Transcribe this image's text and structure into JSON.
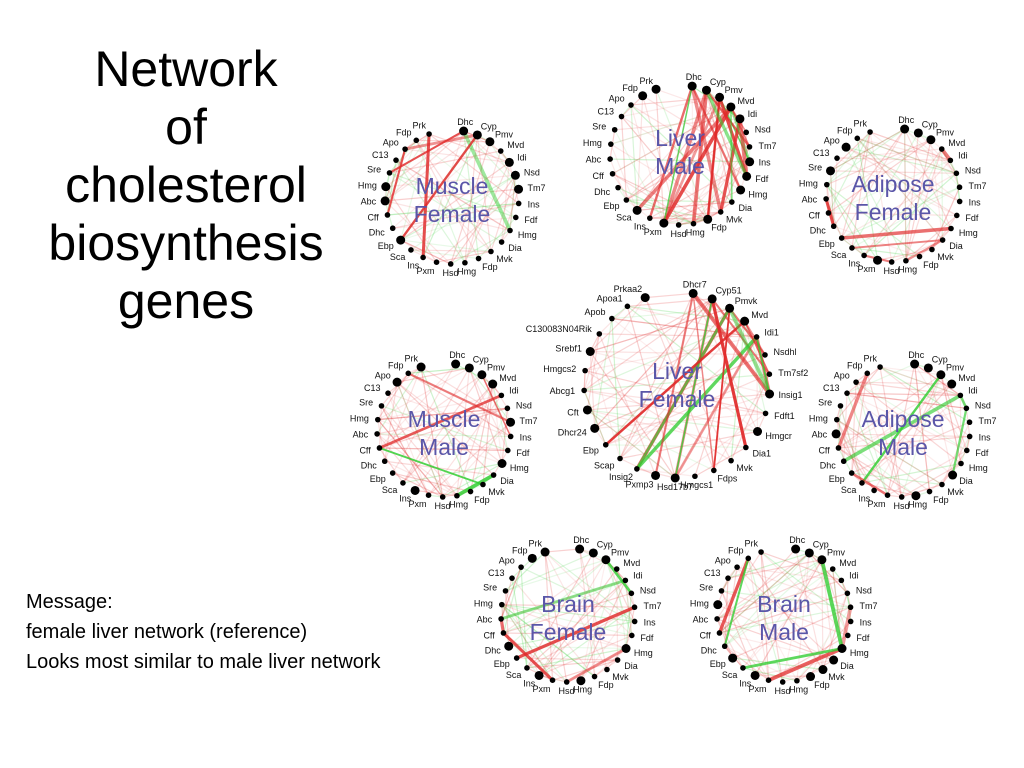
{
  "title_lines": [
    "Network",
    "of",
    "cholesterol",
    "biosynthesis",
    "genes"
  ],
  "message_lines": [
    "Message:",
    "female liver network (reference)",
    "Looks most similar to male liver network"
  ],
  "colors": {
    "positive_edge": "#e02a2a",
    "negative_edge": "#2ecc2e",
    "node": "#000000",
    "network_label": "#5a56a8"
  },
  "gene_labels_standard": [
    "Dhc",
    "Cyp",
    "Pmv",
    "Mvd",
    "Idi",
    "Nsd",
    "Tm7",
    "Ins",
    "Fdf",
    "Hmg",
    "Dia",
    "Mvk",
    "Fdp",
    "Hmg",
    "Hsd",
    "Pxm",
    "Ins",
    "Sca",
    "Ebp",
    "Dhc",
    "Cff",
    "Abc",
    "Hmg",
    "Sre",
    "C13",
    "Apo",
    "Fdp",
    "Prk"
  ],
  "gene_labels_liver_female": [
    "Dhcr7",
    "Cyp51",
    "Pmvk",
    "Mvd",
    "Idi1",
    "Nsdhl",
    "Tm7sf2",
    "Insig1",
    "Fdft1",
    "Hmgcr",
    "Dia1",
    "Mvk",
    "Fdps",
    "Hmgcs1",
    "Hsd17b7",
    "Pxmp3",
    "Insig2",
    "Scap",
    "Ebp",
    "Dhcr24",
    "Cft",
    "Abcg1",
    "Hmgcs2",
    "Srebf1",
    "C130083N04Rik",
    "Apob",
    "Apoa1",
    "Prkaa2"
  ],
  "networks": [
    {
      "id": "liver-male",
      "label_lines": [
        "Liver",
        "Male"
      ]
    },
    {
      "id": "muscle-female",
      "label_lines": [
        "Muscle",
        "Female"
      ]
    },
    {
      "id": "adipose-female",
      "label_lines": [
        "Adipose",
        "Female"
      ]
    },
    {
      "id": "liver-female",
      "label_lines": [
        "Liver",
        "Female"
      ]
    },
    {
      "id": "muscle-male",
      "label_lines": [
        "Muscle",
        "Male"
      ]
    },
    {
      "id": "adipose-male",
      "label_lines": [
        "Adipose",
        "Male"
      ]
    },
    {
      "id": "brain-female",
      "label_lines": [
        "Brain",
        "Female"
      ]
    },
    {
      "id": "brain-male",
      "label_lines": [
        "Brain",
        "Male"
      ]
    }
  ]
}
